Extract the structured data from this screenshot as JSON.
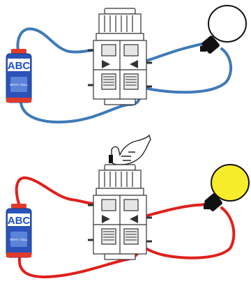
{
  "panels": [
    {
      "state": "off",
      "battery_brand": "ABC",
      "battery_label": "ΜΠΑΤ. CELL",
      "wire_color": "#3f7ab8",
      "lamp_color": "#ffffff",
      "button_pressed": false
    },
    {
      "state": "on",
      "battery_brand": "ABC",
      "battery_label": "ΜΠΑΤ. CELL",
      "wire_color": "#e0201c",
      "lamp_color": "#f7ec2a",
      "button_pressed": true
    }
  ],
  "colors": {
    "battery_body": "#2a52b8",
    "battery_top": "#e23a2a",
    "lamp_socket": "#111111",
    "switch_line": "#333333"
  },
  "icons": [
    "battery-icon",
    "lamp-icon",
    "push-switch-icon",
    "pressing-hand-icon"
  ]
}
